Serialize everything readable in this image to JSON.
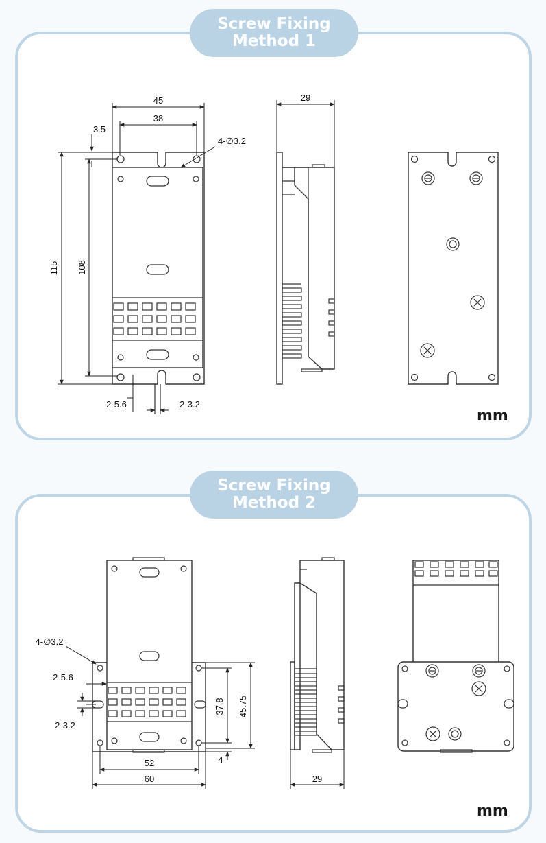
{
  "method1": {
    "title_line1": "Screw Fixing",
    "title_line2": "Method 1",
    "unit": "mm",
    "dims": {
      "width_overall": "45",
      "hole_spacing": "38",
      "edge_offset": "3.5",
      "holes": "4-∅3.2",
      "height_overall": "115",
      "height_holes": "108",
      "slot_width": "2-5.6",
      "slot_gap": "2-3.2",
      "depth": "29"
    }
  },
  "method2": {
    "title_line1": "Screw Fixing",
    "title_line2": "Method 2",
    "unit": "mm",
    "dims": {
      "holes": "4-∅3.2",
      "slot_width": "2-5.6",
      "slot_gap": "2-3.2",
      "hole_spacing_v": "37.8",
      "height_plate": "45.75",
      "edge_offset": "4",
      "hole_spacing_h": "52",
      "width_plate": "60",
      "depth": "29"
    }
  }
}
